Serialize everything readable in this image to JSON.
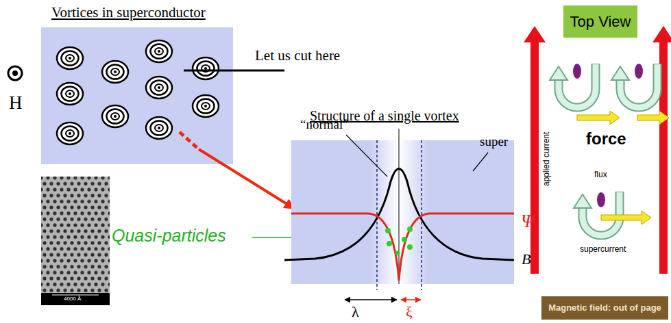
{
  "diagram": {
    "nodes": [
      {
        "text": [
          "Top View"
        ]
      },
      {
        "text": [
          "Magnetic field: out of page"
        ]
      }
    ],
    "labels": [
      "Vortices in superconductor",
      "H",
      "Let us cut here",
      "4000 Å",
      "Quasi-particles",
      "Structure of a single vortex",
      "“normal”",
      "super",
      "Ψ",
      "B",
      "λ",
      "ξ",
      "applied current",
      "force",
      "flux",
      "supercurrent"
    ]
  }
}
